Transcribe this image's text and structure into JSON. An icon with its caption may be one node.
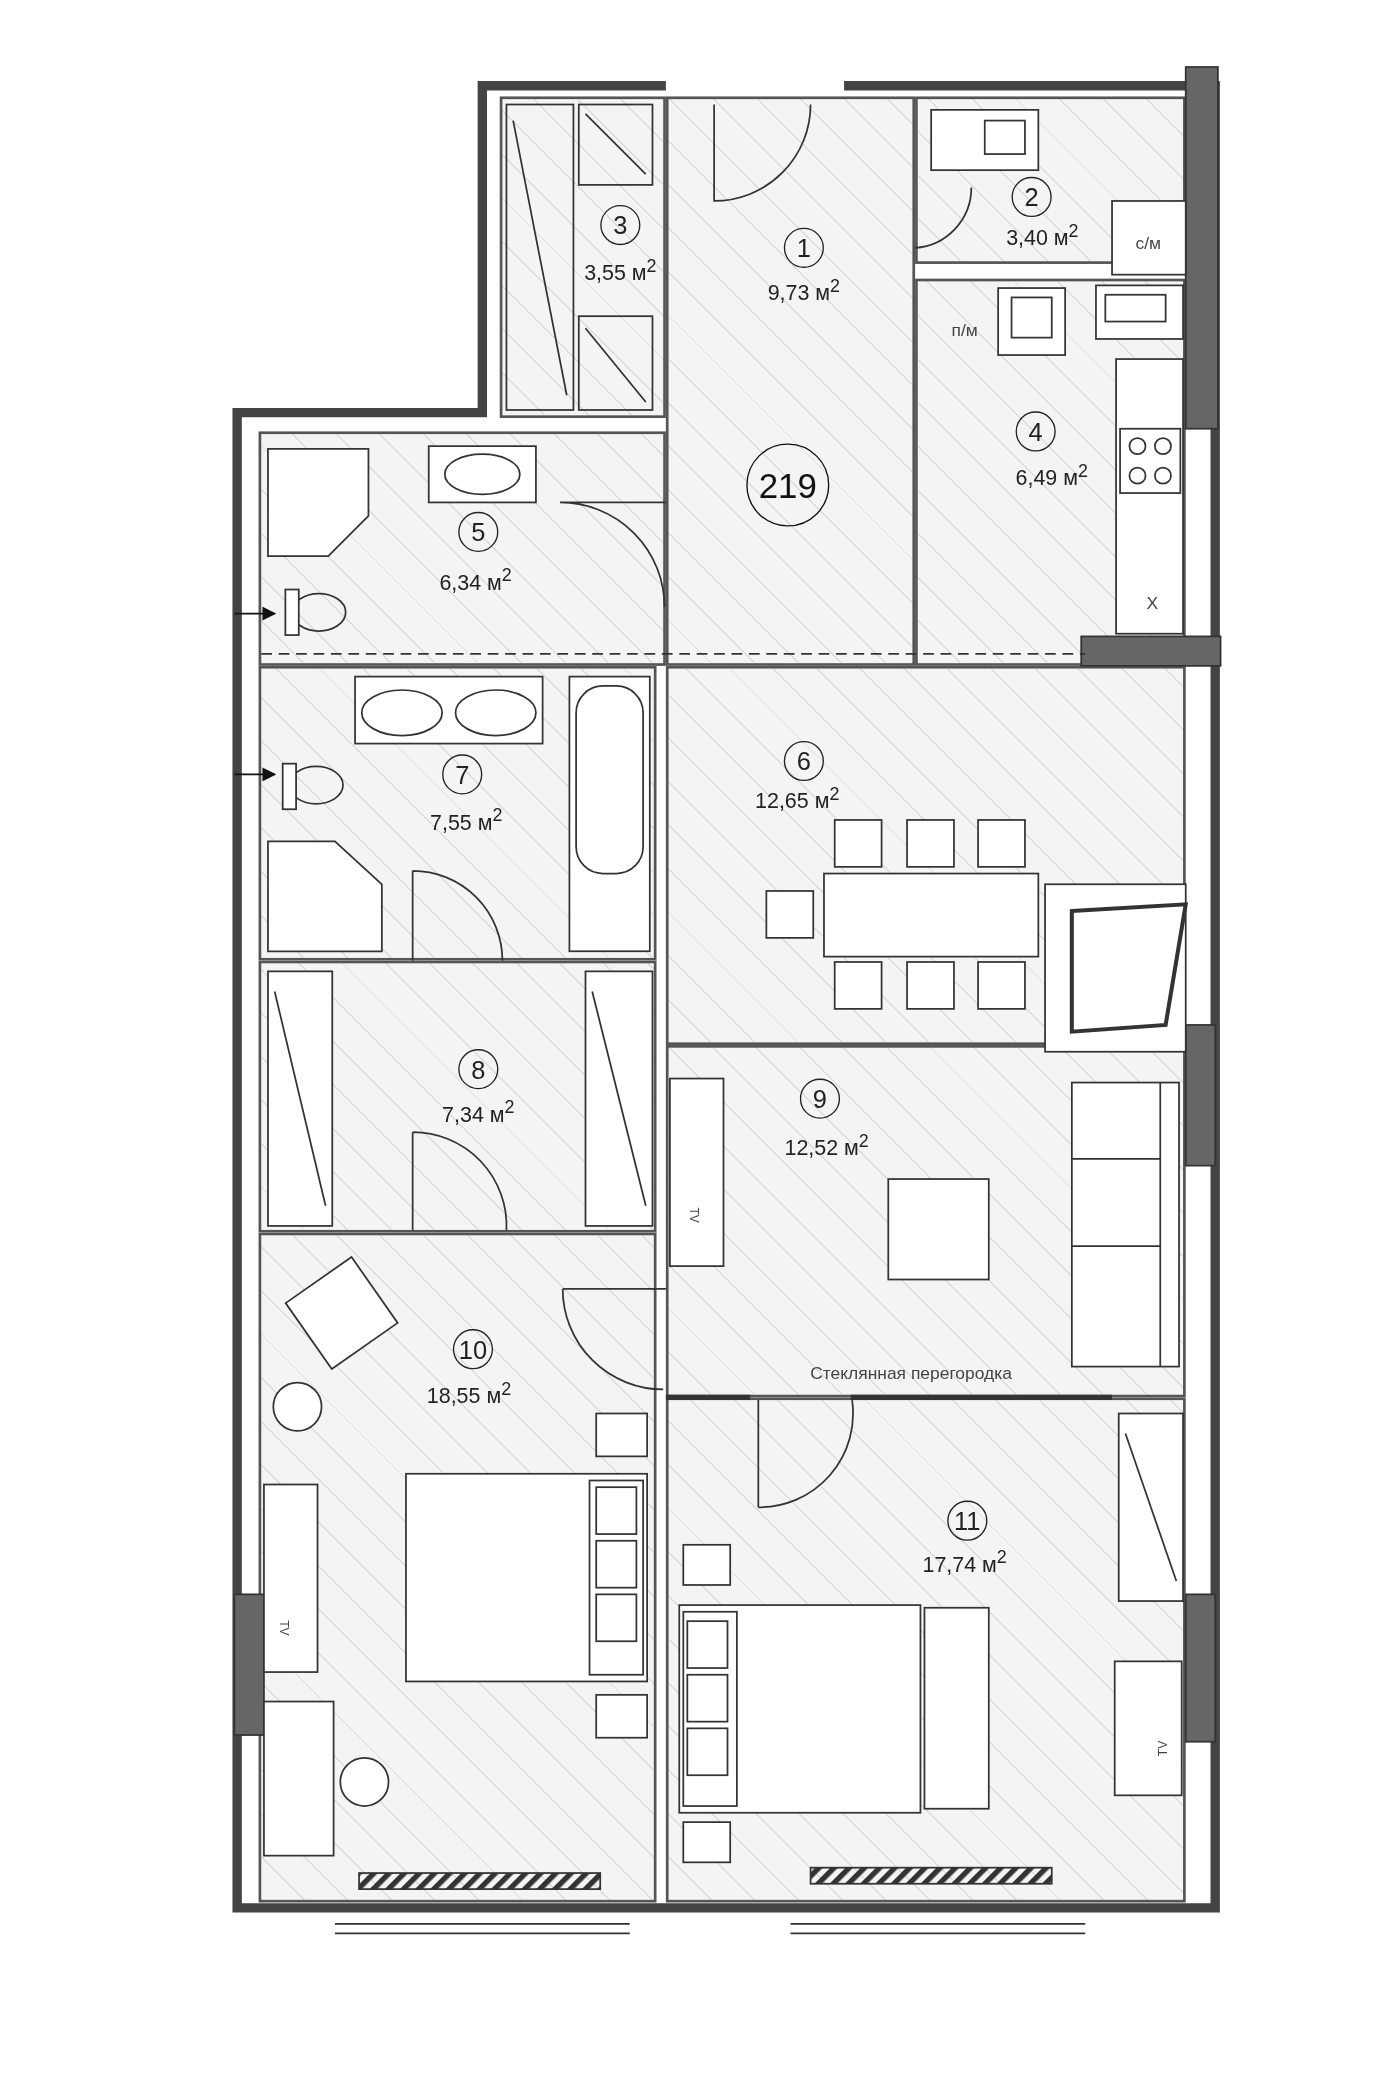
{
  "diagram": {
    "nodes": [
      {
        "text": [
          "1",
          "9,73 м$^{2}$"
        ]
      },
      {
        "text": [
          "2",
          "3,40 м$^{2}$"
        ]
      },
      {
        "text": [
          "3",
          "3,55 м$^{2}$"
        ]
      },
      {
        "text": [
          "4",
          "6,49 м$^{2}$"
        ]
      },
      {
        "text": [
          "5",
          "6,34 м$^{2}$"
        ]
      },
      {
        "text": [
          "6",
          "12,65 м$^{2}$"
        ]
      },
      {
        "text": [
          "7",
          "7,55 м$^{2}$"
        ]
      },
      {
        "text": [
          "8",
          "7,34 м$^{2}$"
        ]
      },
      {
        "text": [
          "9",
          "12,52 м$^{2}$"
        ]
      },
      {
        "text": [
          "10",
          "18,55 м$^{2}$"
        ]
      },
      {
        "text": [
          "11",
          "17,74 м$^{2}$"
        ]
      }
    ],
    "labels": [
      "219",
      "с/м",
      "п/м",
      "X",
      "TV",
      "TV",
      "TV",
      "Стеклянная перегородка"
    ]
  }
}
